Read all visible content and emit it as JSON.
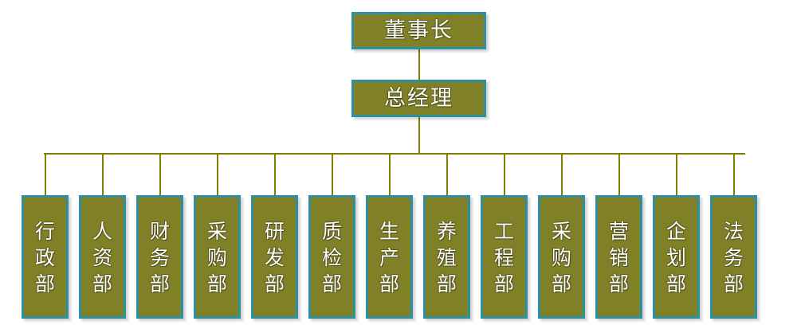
{
  "chart": {
    "type": "org-chart",
    "title": "",
    "orientation": "top-down",
    "levels": 3,
    "colors": {
      "node_fill": "#808026",
      "node_border": "#2E8FA3",
      "connector": "#808000",
      "text": "#FFFFFF",
      "background": "#FFFFFF"
    }
  },
  "executives": [
    {
      "id": "chairman",
      "label": "董事长",
      "level": 1
    },
    {
      "id": "general-manager",
      "label": "总经理",
      "level": 2
    }
  ],
  "departments": [
    {
      "id": "administration",
      "label": "行政部",
      "chars": [
        "行",
        "政",
        "部"
      ]
    },
    {
      "id": "human-resources",
      "label": "人资部",
      "chars": [
        "人",
        "资",
        "部"
      ]
    },
    {
      "id": "finance",
      "label": "财务部",
      "chars": [
        "财",
        "务",
        "部"
      ]
    },
    {
      "id": "procurement-1",
      "label": "采购部",
      "chars": [
        "采",
        "购",
        "部"
      ]
    },
    {
      "id": "research-development",
      "label": "研发部",
      "chars": [
        "研",
        "发",
        "部"
      ]
    },
    {
      "id": "quality-inspection",
      "label": "质检部",
      "chars": [
        "质",
        "检",
        "部"
      ]
    },
    {
      "id": "production",
      "label": "生产部",
      "chars": [
        "生",
        "产",
        "部"
      ]
    },
    {
      "id": "breeding",
      "label": "养殖部",
      "chars": [
        "养",
        "殖",
        "部"
      ]
    },
    {
      "id": "engineering",
      "label": "工程部",
      "chars": [
        "工",
        "程",
        "部"
      ]
    },
    {
      "id": "procurement-2",
      "label": "采购部",
      "chars": [
        "采",
        "购",
        "部"
      ]
    },
    {
      "id": "marketing",
      "label": "营销部",
      "chars": [
        "营",
        "销",
        "部"
      ]
    },
    {
      "id": "planning",
      "label": "企划部",
      "chars": [
        "企",
        "划",
        "部"
      ]
    },
    {
      "id": "legal-affairs",
      "label": "法务部",
      "chars": [
        "法",
        "务",
        "部"
      ]
    }
  ]
}
